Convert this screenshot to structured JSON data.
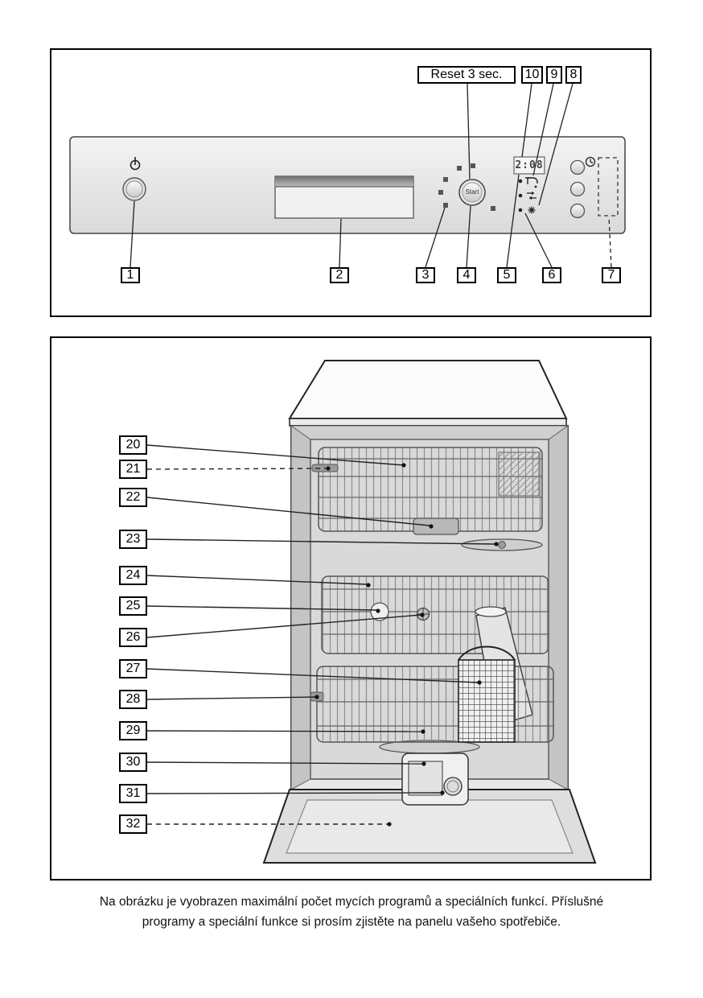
{
  "control_panel": {
    "reset_label": "Reset 3 sec.",
    "start_label": "Start",
    "display_value": "2:08",
    "top_callouts": [
      "10",
      "9",
      "8"
    ],
    "bottom_callouts": [
      "1",
      "2",
      "3",
      "4",
      "5",
      "6",
      "7"
    ]
  },
  "interior": {
    "callouts": [
      "20",
      "21",
      "22",
      "23",
      "24",
      "25",
      "26",
      "27",
      "28",
      "29",
      "30",
      "31",
      "32"
    ]
  },
  "caption": {
    "line1": "Na obrázku je vyobrazen maximální počet mycích programů a speciálních funkcí. Příslušné",
    "line2": "programy a speciální funkce si prosím zjistěte na panelu vašeho spotřebiče."
  },
  "icons": {
    "power": "power-icon",
    "water_tap": "water-tap-icon",
    "salt": "salt-icon",
    "rinse_aid": "rinse-aid-icon",
    "delay_timer": "clock-icon"
  }
}
